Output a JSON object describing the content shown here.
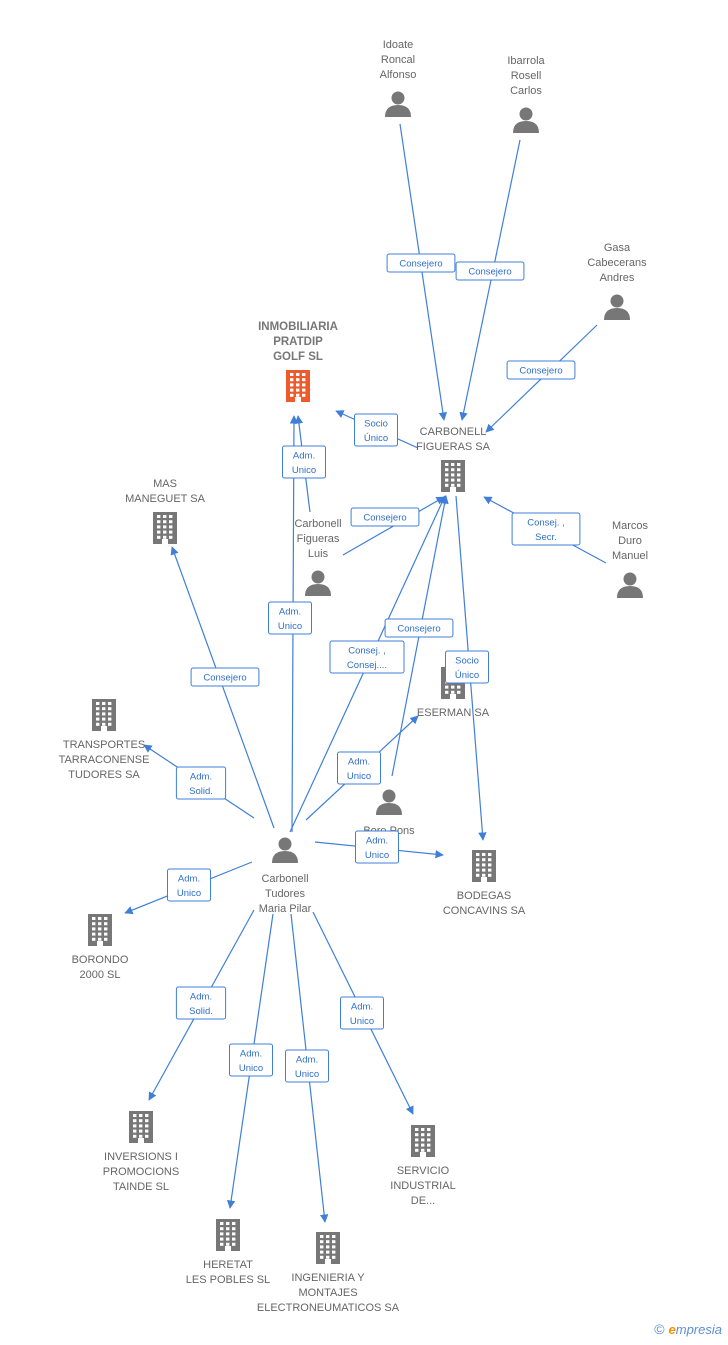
{
  "colors": {
    "edge": "#3f7fd8",
    "company": "#777777",
    "focus": "#ef5a2a",
    "person": "#777777"
  },
  "nodes": [
    {
      "id": "inmobiliaria",
      "type": "company",
      "focus": true,
      "label": [
        "INMOBILIARIA",
        "PRATDIP",
        "GOLF SL"
      ],
      "icon": "building-icon"
    },
    {
      "id": "idoate",
      "type": "person",
      "label": [
        "Idoate",
        "Roncal",
        "Alfonso"
      ],
      "icon": "person-icon"
    },
    {
      "id": "ibarrola",
      "type": "person",
      "label": [
        "Ibarrola",
        "Rosell",
        "Carlos"
      ],
      "icon": "person-icon"
    },
    {
      "id": "gasa",
      "type": "person",
      "label": [
        "Gasa",
        "Cabecerans",
        "Andres"
      ],
      "icon": "person-icon"
    },
    {
      "id": "carbonell_figueras_sa",
      "type": "company",
      "label": [
        "CARBONELL",
        "FIGUERAS SA"
      ],
      "icon": "building-icon"
    },
    {
      "id": "mas_maneguet",
      "type": "company",
      "label": [
        "MAS",
        "MANEGUET SA"
      ],
      "icon": "building-icon"
    },
    {
      "id": "carbonell_luis",
      "type": "person",
      "label": [
        "Carbonell",
        "Figueras",
        "Luis"
      ],
      "icon": "person-icon"
    },
    {
      "id": "marcos",
      "type": "person",
      "label": [
        "Marcos",
        "Duro",
        "Manuel"
      ],
      "icon": "person-icon"
    },
    {
      "id": "transportes",
      "type": "company",
      "label": [
        "TRANSPORTES",
        "TARRACONENSE",
        "TUDORES SA"
      ],
      "icon": "building-icon"
    },
    {
      "id": "eserman",
      "type": "company",
      "label": [
        "ESERMAN SA"
      ],
      "icon": "building-icon"
    },
    {
      "id": "bore",
      "type": "person",
      "label": [
        "Bore Pons"
      ],
      "icon": "person-icon"
    },
    {
      "id": "carbonell_pilar",
      "type": "person",
      "label": [
        "Carbonell",
        "Tudores",
        "Maria Pilar"
      ],
      "icon": "person-icon"
    },
    {
      "id": "bodegas",
      "type": "company",
      "label": [
        "BODEGAS",
        "CONCAVINS SA"
      ],
      "icon": "building-icon"
    },
    {
      "id": "borondo",
      "type": "company",
      "label": [
        "BORONDO",
        "2000  SL"
      ],
      "icon": "building-icon"
    },
    {
      "id": "inversions",
      "type": "company",
      "label": [
        "INVERSIONS I",
        "PROMOCIONS",
        "TAINDE SL"
      ],
      "icon": "building-icon"
    },
    {
      "id": "servicio",
      "type": "company",
      "label": [
        "SERVICIO",
        "INDUSTRIAL",
        "DE..."
      ],
      "icon": "building-icon"
    },
    {
      "id": "heretat",
      "type": "company",
      "label": [
        "HERETAT",
        "LES POBLES SL"
      ],
      "icon": "building-icon"
    },
    {
      "id": "ingenieria",
      "type": "company",
      "label": [
        "INGENIERIA Y",
        "MONTAJES",
        "ELECTRONEUMATICOS SA"
      ],
      "icon": "building-icon"
    }
  ],
  "edges": [
    {
      "from": "idoate",
      "to": "carbonell_figueras_sa",
      "label": [
        "Consejero"
      ]
    },
    {
      "from": "ibarrola",
      "to": "carbonell_figueras_sa",
      "label": [
        "Consejero"
      ]
    },
    {
      "from": "gasa",
      "to": "carbonell_figueras_sa",
      "label": [
        "Consejero"
      ]
    },
    {
      "from": "carbonell_figueras_sa",
      "to": "inmobiliaria",
      "label": [
        "Socio",
        "Único"
      ]
    },
    {
      "from": "carbonell_luis",
      "to": "inmobiliaria",
      "label": [
        "Adm.",
        "Unico"
      ]
    },
    {
      "from": "carbonell_luis",
      "to": "carbonell_figueras_sa",
      "label": [
        "Consejero"
      ]
    },
    {
      "from": "marcos",
      "to": "carbonell_figueras_sa",
      "label": [
        "Consej. ,",
        "Secr."
      ]
    },
    {
      "from": "carbonell_pilar",
      "to": "inmobiliaria",
      "label": [
        "Adm.",
        "Unico"
      ]
    },
    {
      "from": "carbonell_pilar",
      "to": "mas_maneguet",
      "label": [
        "Consejero"
      ]
    },
    {
      "from": "carbonell_pilar",
      "to": "carbonell_figueras_sa",
      "label": [
        "Consej. ,",
        "Consej...."
      ]
    },
    {
      "from": "bore",
      "to": "carbonell_figueras_sa",
      "label": [
        "Consejero"
      ]
    },
    {
      "from": "carbonell_figueras_sa",
      "to": "bodegas",
      "label": [
        "Socio",
        "Único"
      ]
    },
    {
      "from": "carbonell_pilar",
      "to": "transportes",
      "label": [
        "Adm.",
        "Solid."
      ]
    },
    {
      "from": "carbonell_pilar",
      "to": "eserman",
      "label": [
        "Adm.",
        "Unico"
      ]
    },
    {
      "from": "carbonell_pilar",
      "to": "bodegas",
      "label": [
        "Adm.",
        "Unico"
      ]
    },
    {
      "from": "carbonell_pilar",
      "to": "borondo",
      "label": [
        "Adm.",
        "Unico"
      ]
    },
    {
      "from": "carbonell_pilar",
      "to": "inversions",
      "label": [
        "Adm.",
        "Solid."
      ]
    },
    {
      "from": "carbonell_pilar",
      "to": "heretat",
      "label": [
        "Adm.",
        "Unico"
      ]
    },
    {
      "from": "carbonell_pilar",
      "to": "ingenieria",
      "label": [
        "Adm.",
        "Unico"
      ]
    },
    {
      "from": "carbonell_pilar",
      "to": "servicio",
      "label": [
        "Adm.",
        "Unico"
      ]
    }
  ],
  "footer": {
    "copyright": "©",
    "brand_initial": "e",
    "brand_rest": "mpresia"
  }
}
